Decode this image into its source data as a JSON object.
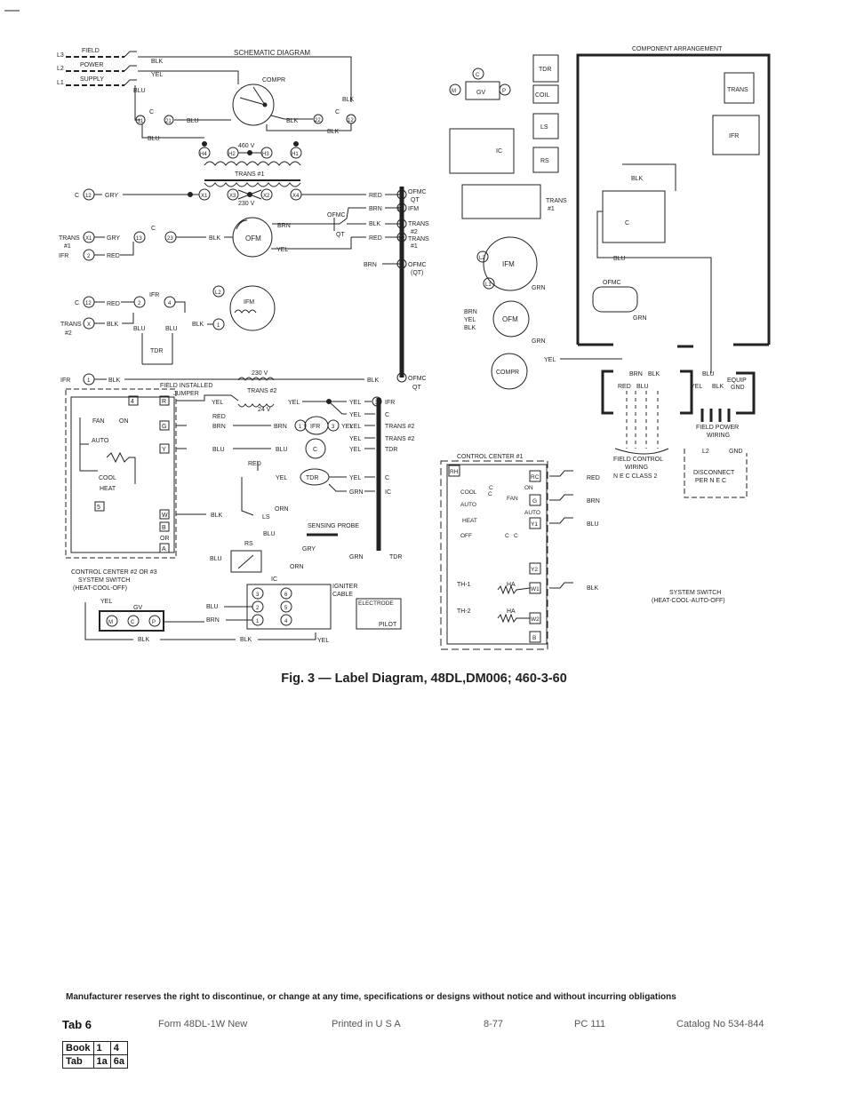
{
  "diagram": {
    "schematic_title": "SCHEMATIC DIAGRAM",
    "component_title": "COMPONENT ARRANGEMENT",
    "supply_labels": [
      "L3",
      "L2",
      "L1"
    ],
    "field_power_supply": [
      "FIELD",
      "POWER",
      "SUPPLY"
    ],
    "wire_colors": {
      "blk": "BLK",
      "yel": "YEL",
      "blu": "BLU",
      "red": "RED",
      "gry": "GRY",
      "brn": "BRN",
      "orn": "ORN",
      "grn": "GRN"
    },
    "compr": "COMPR",
    "voltages": {
      "v460": "460 V",
      "v230": "230 V",
      "v24": "24 V"
    },
    "trans1": "TRANS #1",
    "trans2": "TRANS #2",
    "trans_short": "TRANS",
    "trans_num1": "#1",
    "trans_num2": "#2",
    "ofm": "OFM",
    "ifm": "IFM",
    "ofmc": "OFMC",
    "qt": "QT",
    "ofmc_qt": "(QT)",
    "ifr": "IFR",
    "tdr": "TDR",
    "c": "C",
    "ic": "IC",
    "ls": "LS",
    "rs": "RS",
    "gv": "GV",
    "coil": "COIL",
    "field_installed_jumper": "FIELD INSTALLED",
    "jumper": "JUMPER",
    "fan": "FAN",
    "on": "ON",
    "auto": "AUTO",
    "cool": "COOL",
    "heat": "HEAT",
    "off": "OFF",
    "cc2_caption": [
      "CONTROL CENTER #2 OR #3",
      "SYSTEM SWITCH",
      "(HEAT-COOL-OFF)"
    ],
    "control_center_1": "CONTROL CENTER #1",
    "sensing_probe": "SENSING PROBE",
    "igniter_cable": [
      "IGNITER",
      "CABLE"
    ],
    "electrode": "ELECTRODE",
    "pilot": "PILOT",
    "th1": "TH-1",
    "th2": "TH-2",
    "ha": "HA",
    "cc1_terminals": [
      "RH",
      "RC",
      "G",
      "Y1",
      "Y2",
      "W1",
      "W2",
      "B"
    ],
    "cc2_terminals": [
      "4",
      "R",
      "G",
      "Y",
      "W",
      "B",
      "OR",
      "A",
      "5"
    ],
    "cooling_auto": "COOL",
    "field_power_wiring": [
      "FIELD POWER",
      "WIRING"
    ],
    "field_control_wiring": [
      "FIELD CONTROL",
      "WIRING",
      "N E C  CLASS 2"
    ],
    "disconnect": [
      "DISCONNECT",
      "PER N E C"
    ],
    "equip_gnd": [
      "EQUIP",
      "GND"
    ],
    "gnd": "GND",
    "system_switch_caption": [
      "SYSTEM SWITCH",
      "(HEAT-COOL-AUTO-OFF)"
    ],
    "ifr_right": "IFR",
    "tdr_trans2": "TRANS #2"
  },
  "caption": "Fig. 3 — Label Diagram, 48DL,DM006; 460-3-60",
  "disclaimer": "Manufacturer reserves the right to discontinue, or change at any time, specifications or designs without notice and without incurring obligations",
  "footer": {
    "tab": "Tab 6",
    "form": "Form 48DL-1W  New",
    "printed": "Printed in U S A",
    "date": "8-77",
    "pc": "PC 111",
    "catalog": "Catalog No  534-844"
  },
  "booktab": {
    "book_label": "Book",
    "book_values": [
      "1",
      "4"
    ],
    "tab_label": "Tab",
    "tab_values": [
      "1a",
      "6a"
    ]
  }
}
